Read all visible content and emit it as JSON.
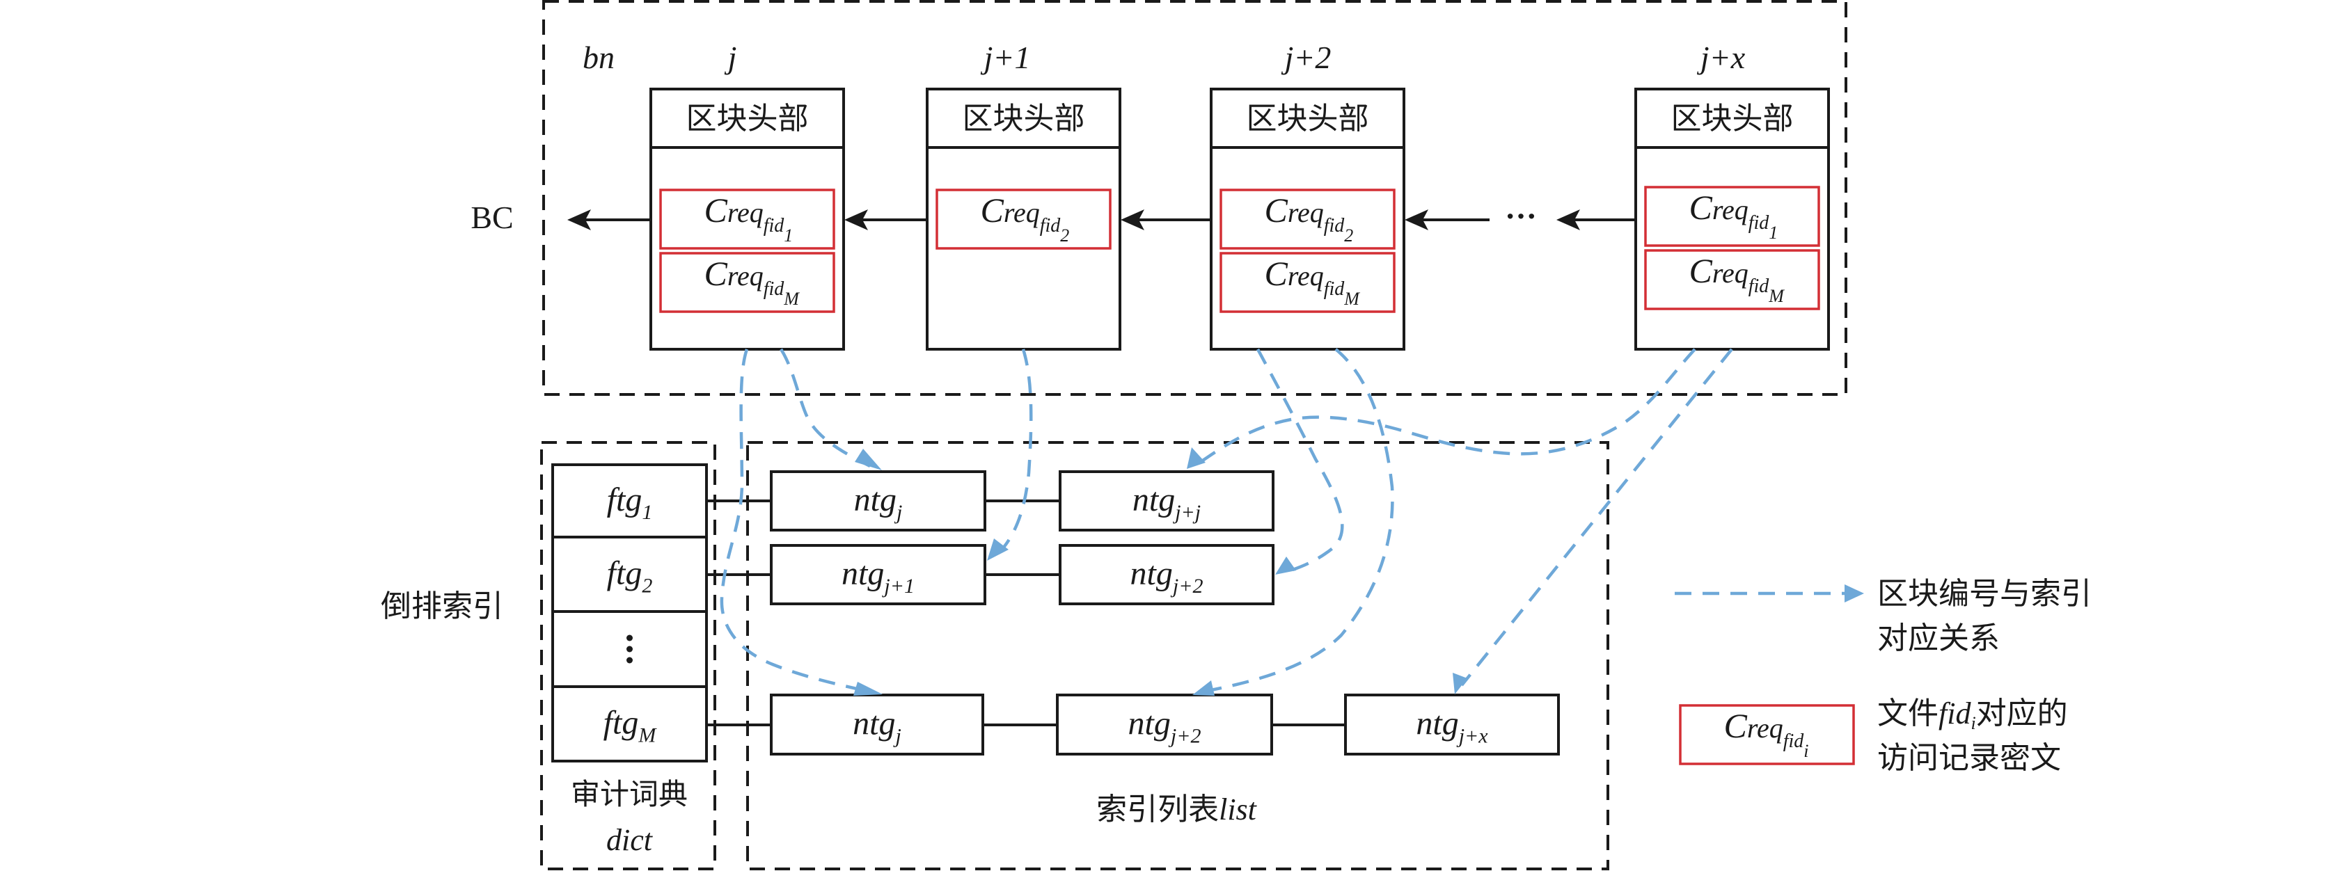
{
  "colors": {
    "ink": "#1a1a1a",
    "ciphertext_border": "#d32f35",
    "mapping_arrow": "#6ea8d8"
  },
  "blockchain": {
    "label": "BC",
    "index_label": "bn",
    "blocks": [
      {
        "number": "j",
        "header": "区块头部",
        "records": [
          {
            "base": "C",
            "sup": "req",
            "sub": "fid",
            "subsub": "1"
          },
          {
            "base": "C",
            "sup": "req",
            "sub": "fid",
            "subsub": "M"
          }
        ]
      },
      {
        "number": "j+1",
        "header": "区块头部",
        "records": [
          {
            "base": "C",
            "sup": "req",
            "sub": "fid",
            "subsub": "2"
          }
        ]
      },
      {
        "number": "j+2",
        "header": "区块头部",
        "records": [
          {
            "base": "C",
            "sup": "req",
            "sub": "fid",
            "subsub": "2"
          },
          {
            "base": "C",
            "sup": "req",
            "sub": "fid",
            "subsub": "M"
          }
        ]
      },
      {
        "number": "j+x",
        "header": "区块头部",
        "records": [
          {
            "base": "C",
            "sup": "req",
            "sub": "fid",
            "subsub": "1"
          },
          {
            "base": "C",
            "sup": "req",
            "sub": "fid",
            "subsub": "M"
          }
        ]
      }
    ],
    "ellipsis": "···"
  },
  "inverted_index": {
    "label": "倒排索引",
    "dict": {
      "title_zh": "审计词典",
      "title_en": "dict",
      "entries": [
        {
          "base": "ftg",
          "sub": "1"
        },
        {
          "base": "ftg",
          "sub": "2"
        },
        {
          "base": "⋮",
          "sub": ""
        },
        {
          "base": "ftg",
          "sub": "M"
        }
      ]
    },
    "list": {
      "title_zh": "索引列表",
      "title_en": "list",
      "rows": [
        [
          {
            "base": "ntg",
            "sub": "j"
          },
          {
            "base": "ntg",
            "sub": "j+j"
          }
        ],
        [
          {
            "base": "ntg",
            "sub": "j+1"
          },
          {
            "base": "ntg",
            "sub": "j+2"
          }
        ],
        [],
        [
          {
            "base": "ntg",
            "sub": "j"
          },
          {
            "base": "ntg",
            "sub": "j+2"
          },
          {
            "base": "ntg",
            "sub": "j+x"
          }
        ]
      ]
    }
  },
  "mappings": [
    {
      "from_block": "j",
      "to": "row4 ntg_j"
    },
    {
      "from_block": "j",
      "to": "row1 ntg_j"
    },
    {
      "from_block": "j+1",
      "to": "row2 ntg_j+1"
    },
    {
      "from_block": "j+2",
      "to": "row2 ntg_j+2"
    },
    {
      "from_block": "j+2",
      "to": "row4 ntg_j+2"
    },
    {
      "from_block": "j+x",
      "to": "row1 ntg_j+j"
    },
    {
      "from_block": "j+x",
      "to": "row4 ntg_j+x"
    }
  ],
  "legend": {
    "arrow_line1": "区块编号与索引",
    "arrow_line2": "对应关系",
    "box_sample": {
      "base": "C",
      "sup": "req",
      "sub": "fid",
      "subsub": "i"
    },
    "box_line1_a": "文件",
    "box_line1_var": "fid",
    "box_line1_sub": "i",
    "box_line1_b": "对应的",
    "box_line2": "访问记录密文"
  }
}
